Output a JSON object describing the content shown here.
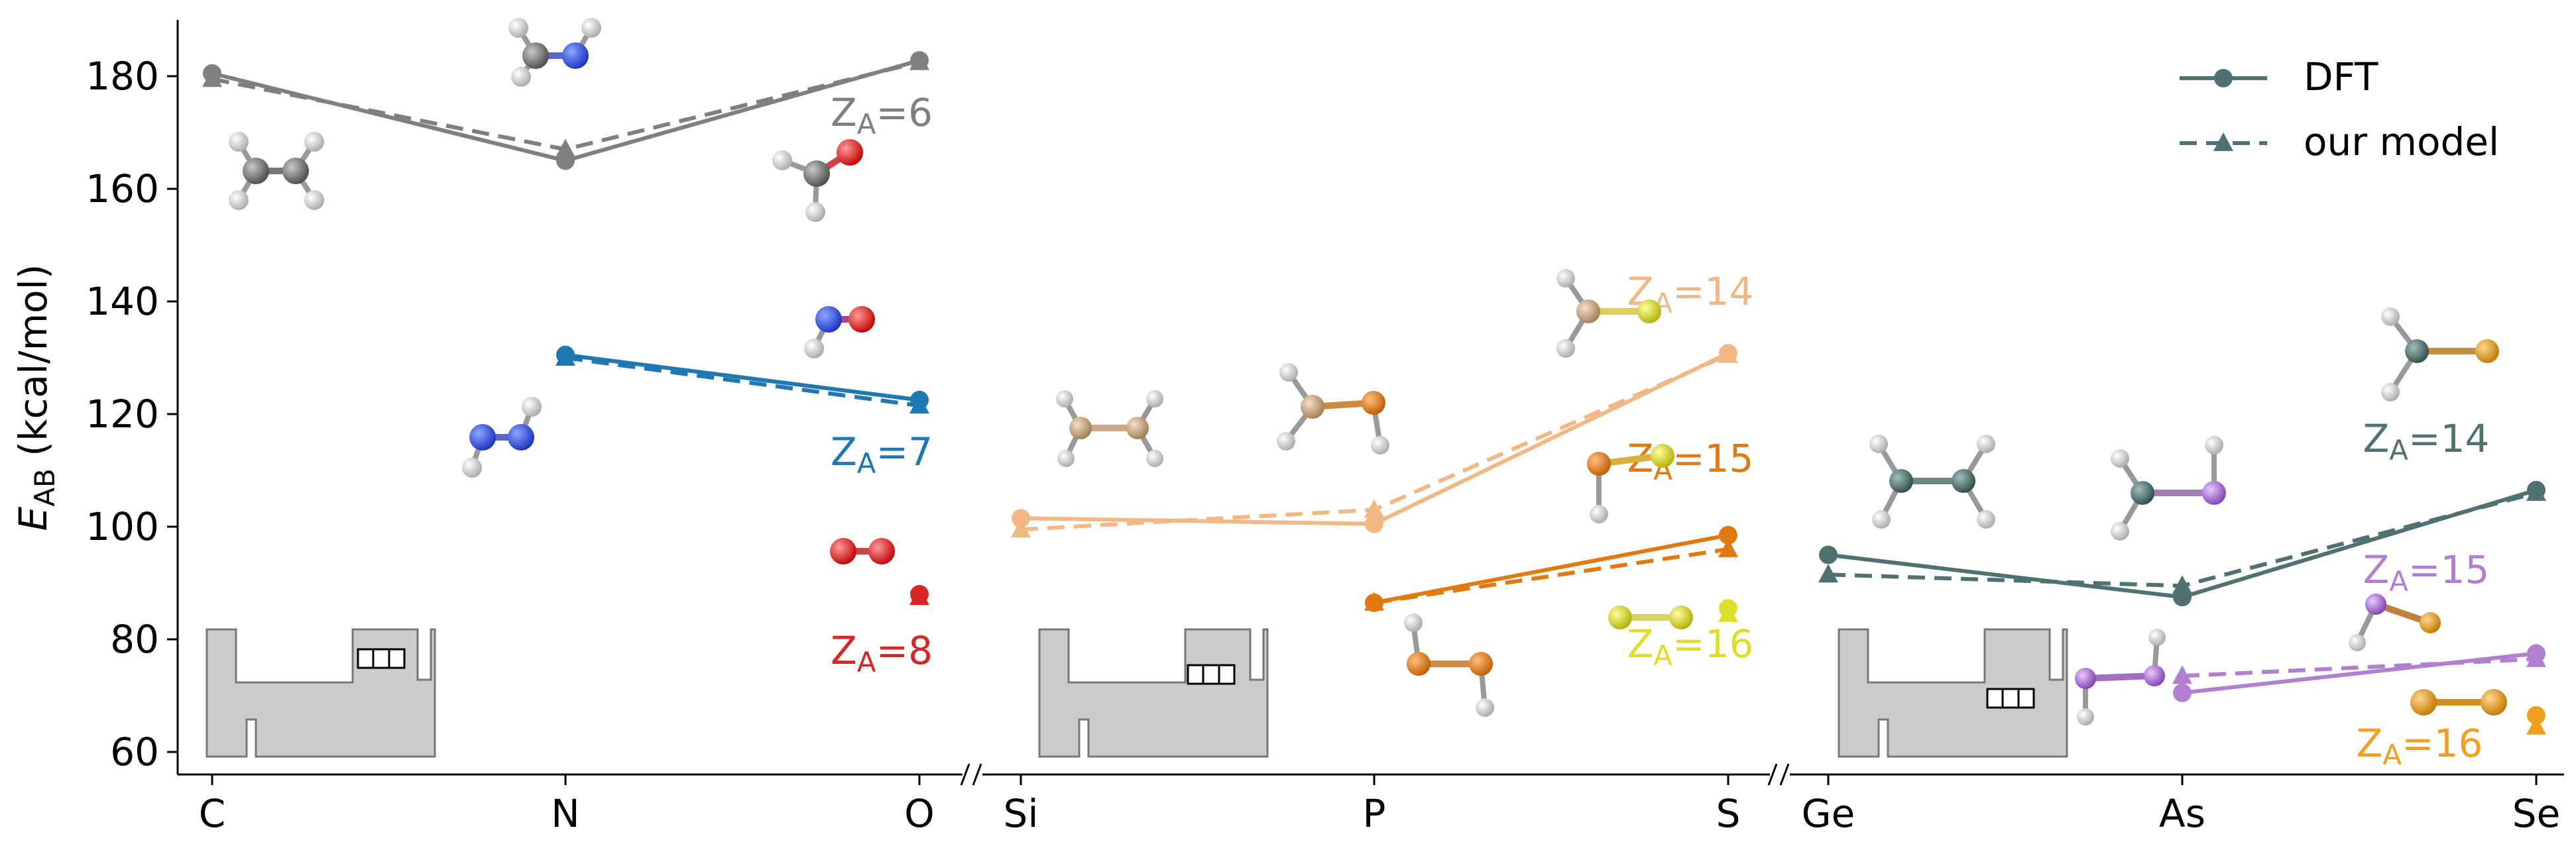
{
  "chart_data": {
    "type": "line",
    "ylabel": "E_AB (kcal/mol)",
    "ylabel_main": "E",
    "ylabel_sub": "AB",
    "ylabel_unit": " (kcal/mol)",
    "ylim": [
      56,
      190
    ],
    "yticks": [
      60,
      80,
      100,
      120,
      140,
      160,
      180
    ],
    "xticks": [
      "C",
      "N",
      "O",
      "Si",
      "P",
      "S",
      "Ge",
      "As",
      "Se"
    ],
    "axis_break": "//",
    "legend": {
      "placement": "top-right",
      "entries": [
        {
          "label": "DFT",
          "linestyle": "solid",
          "marker": "circle"
        },
        {
          "label": "our model",
          "linestyle": "dashed",
          "marker": "triangle"
        }
      ],
      "color": "#4f7270"
    },
    "groups": [
      {
        "x": [
          "C",
          "N",
          "O"
        ],
        "series": [
          {
            "label": "Z_A=6",
            "label_main": "Z",
            "label_sub": "A",
            "label_rest": "=6",
            "color": "#7f7f7f",
            "dft": [
              180.5,
              165.0,
              182.8
            ],
            "model": [
              179.5,
              167.0,
              182.5
            ]
          },
          {
            "label": "Z_A=7",
            "label_main": "Z",
            "label_sub": "A",
            "label_rest": "=7",
            "color": "#1f77b4",
            "dft": [
              null,
              130.5,
              122.5
            ],
            "model": [
              null,
              130.0,
              121.5
            ]
          },
          {
            "label": "Z_A=8",
            "label_main": "Z",
            "label_sub": "A",
            "label_rest": "=8",
            "color": "#d62728",
            "dft": [
              null,
              null,
              88.0
            ],
            "model": [
              null,
              null,
              87.5
            ]
          }
        ]
      },
      {
        "x": [
          "Si",
          "P",
          "S"
        ],
        "series": [
          {
            "label": "Z_A=14",
            "label_main": "Z",
            "label_sub": "A",
            "label_rest": "=14",
            "color": "#f1b886",
            "dft": [
              101.5,
              100.5,
              130.8
            ],
            "model": [
              99.5,
              103.0,
              130.5
            ]
          },
          {
            "label": "Z_A=15",
            "label_main": "Z",
            "label_sub": "A",
            "label_rest": "=15",
            "color": "#e07a10",
            "dft": [
              null,
              86.5,
              98.5
            ],
            "model": [
              null,
              86.5,
              96.0
            ]
          },
          {
            "label": "Z_A=16",
            "label_main": "Z",
            "label_sub": "A",
            "label_rest": "=16",
            "color": "#dede2a",
            "dft": [
              null,
              null,
              85.5
            ],
            "model": [
              null,
              null,
              84.5
            ]
          }
        ]
      },
      {
        "x": [
          "Ge",
          "As",
          "Se"
        ],
        "series": [
          {
            "label": "Z_A=14",
            "label_main": "Z",
            "label_sub": "A",
            "label_rest": "=14",
            "color": "#4f7270",
            "dft": [
              95.0,
              87.5,
              106.5
            ],
            "model": [
              91.5,
              89.5,
              106.0
            ]
          },
          {
            "label": "Z_A=15",
            "label_main": "Z",
            "label_sub": "A",
            "label_rest": "=15",
            "color": "#b07fd0",
            "dft": [
              null,
              70.5,
              77.5
            ],
            "model": [
              null,
              73.5,
              76.5
            ]
          },
          {
            "label": "Z_A=16",
            "label_main": "Z",
            "label_sub": "A",
            "label_rest": "=16",
            "color": "#f0a020",
            "dft": [
              null,
              null,
              66.5
            ],
            "model": [
              null,
              null,
              64.5
            ]
          }
        ]
      }
    ]
  }
}
